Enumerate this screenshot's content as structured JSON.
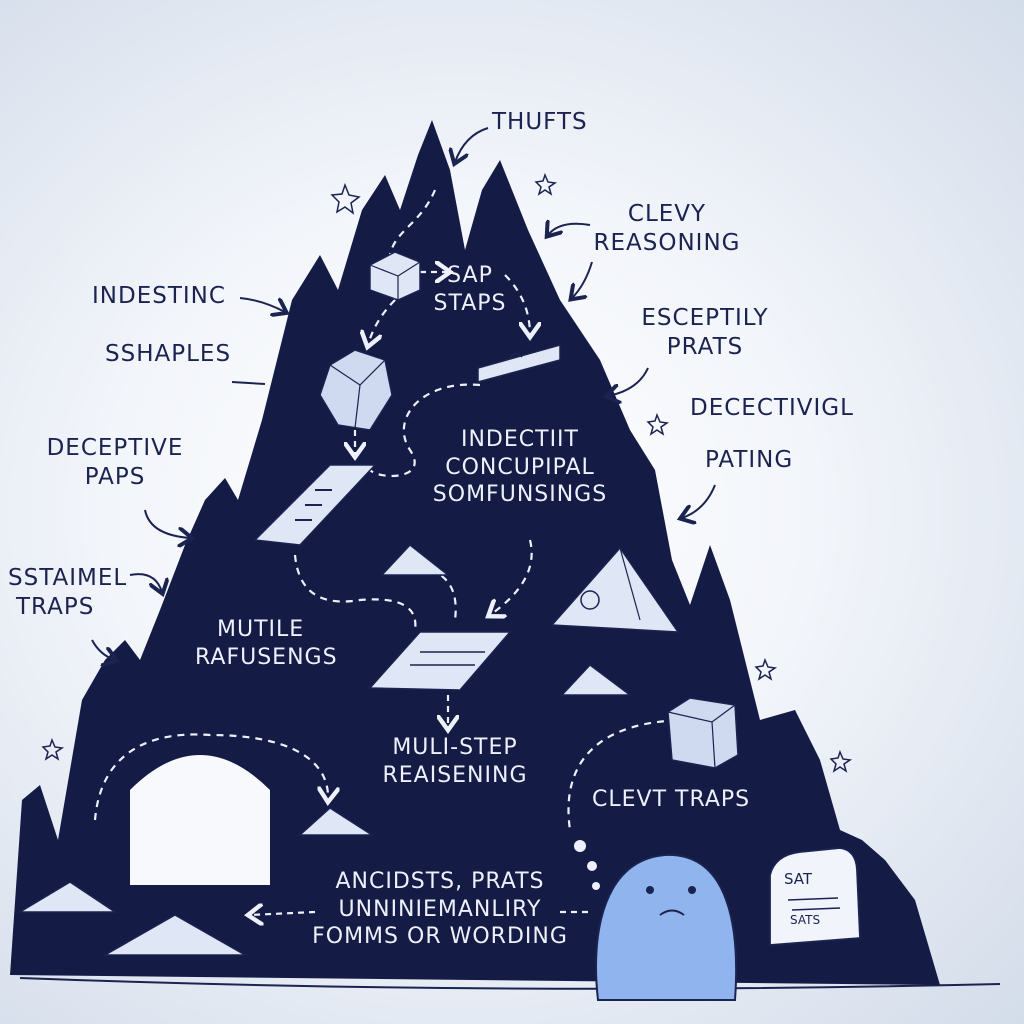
{
  "colors": {
    "mountain": "#141b44",
    "ink_dark": "#1b2350",
    "ink_light": "#eef1fb",
    "block": "#dfe6f5",
    "creature": "#8fb4ee"
  },
  "labels_outside": {
    "top": "THUFTS",
    "clevy_1": "CLEVY",
    "clevy_2": "REASONING",
    "indesting": "INDESTINC",
    "sshaples": "SSHAPLES",
    "esceptily_1": "ESCEPTILY",
    "esceptily_2": "PRATS",
    "decectivigl": "DECECTIVIGL",
    "pating": "PATING",
    "deceptive_1": "DECEPTIVE",
    "deceptive_2": "PAPS",
    "sstaimel_1": "SSTAIMEL",
    "sstaimel_2": "TRAPS"
  },
  "labels_inside": {
    "sap_1": "SAP",
    "sap_2": "STAPS",
    "indectiit_1": "INDECTIIT",
    "indectiit_2": "CONCUPIPAL",
    "indectiit_3": "SOMFUNSINGS",
    "mutile_1": "MUTILE",
    "mutile_2": "RAFUSENGS",
    "mulistep_1": "MULI-STEP",
    "mulistep_2": "REAISENING",
    "clevt_traps": "CLEVT TRAPS",
    "ancidsts_1": "ANCIDSTS, PRATS",
    "ancidsts_2": "UNNINIEMANLIRY",
    "ancidsts_3": "FOMMS OR WORDING"
  },
  "tombstone": {
    "line1": "SAT",
    "line2": "ꟷꟷ",
    "line3": "SATS"
  }
}
